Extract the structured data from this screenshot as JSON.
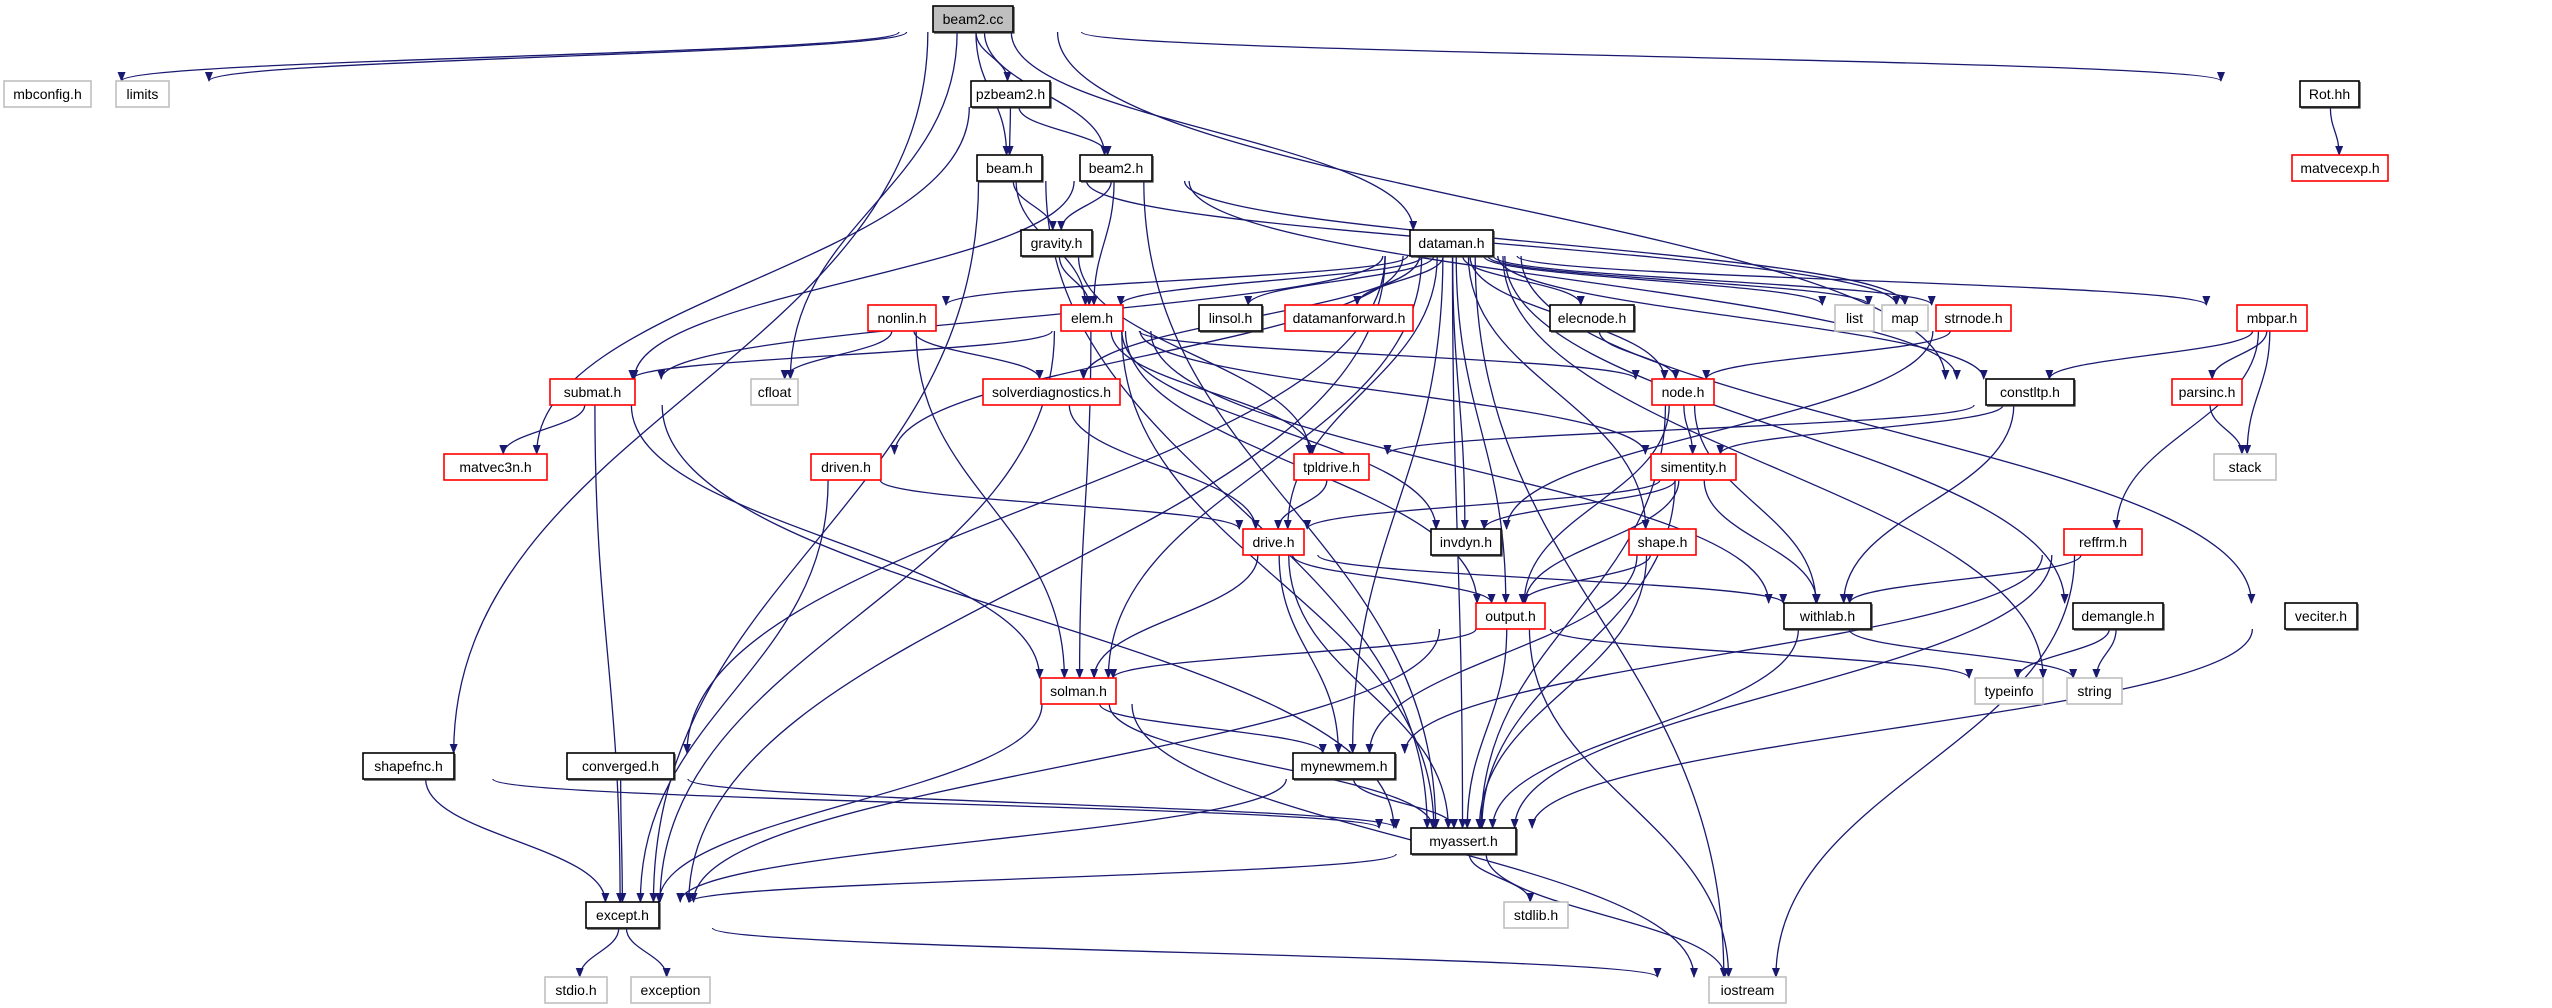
{
  "diagram": {
    "title": "beam2.cc include dependency graph",
    "colors": {
      "edge": "#191970",
      "root_fill": "#bfbfbf",
      "documented_border": "#000000",
      "undocumented_border": "#ff0000",
      "system_border": "#bfbfbf",
      "node_fill": "#ffffff",
      "text": "#000000"
    },
    "nodes": [
      {
        "id": "beam2.cc",
        "label": "beam2.cc",
        "kind": "root"
      },
      {
        "id": "mbconfig.h",
        "label": "mbconfig.h",
        "kind": "system"
      },
      {
        "id": "limits",
        "label": "limits",
        "kind": "system"
      },
      {
        "id": "pzbeam2.h",
        "label": "pzbeam2.h",
        "kind": "documented"
      },
      {
        "id": "Rot.hh",
        "label": "Rot.hh",
        "kind": "documented"
      },
      {
        "id": "beam.h",
        "label": "beam.h",
        "kind": "documented"
      },
      {
        "id": "beam2.h",
        "label": "beam2.h",
        "kind": "documented"
      },
      {
        "id": "matvecexp.h",
        "label": "matvecexp.h",
        "kind": "truncated"
      },
      {
        "id": "gravity.h",
        "label": "gravity.h",
        "kind": "documented"
      },
      {
        "id": "dataman.h",
        "label": "dataman.h",
        "kind": "documented"
      },
      {
        "id": "nonlin.h",
        "label": "nonlin.h",
        "kind": "truncated"
      },
      {
        "id": "elem.h",
        "label": "elem.h",
        "kind": "truncated"
      },
      {
        "id": "linsol.h",
        "label": "linsol.h",
        "kind": "documented"
      },
      {
        "id": "datamanforward.h",
        "label": "datamanforward.h",
        "kind": "truncated"
      },
      {
        "id": "elecnode.h",
        "label": "elecnode.h",
        "kind": "documented"
      },
      {
        "id": "list",
        "label": "list",
        "kind": "system"
      },
      {
        "id": "map",
        "label": "map",
        "kind": "system"
      },
      {
        "id": "strnode.h",
        "label": "strnode.h",
        "kind": "truncated"
      },
      {
        "id": "mbpar.h",
        "label": "mbpar.h",
        "kind": "truncated"
      },
      {
        "id": "submat.h",
        "label": "submat.h",
        "kind": "truncated"
      },
      {
        "id": "cfloat",
        "label": "cfloat",
        "kind": "system"
      },
      {
        "id": "solverdiagnostics.h",
        "label": "solverdiagnostics.h",
        "kind": "truncated"
      },
      {
        "id": "node.h",
        "label": "node.h",
        "kind": "truncated"
      },
      {
        "id": "constltp.h",
        "label": "constltp.h",
        "kind": "documented"
      },
      {
        "id": "parsinc.h",
        "label": "parsinc.h",
        "kind": "truncated"
      },
      {
        "id": "matvec3n.h",
        "label": "matvec3n.h",
        "kind": "truncated"
      },
      {
        "id": "driven.h",
        "label": "driven.h",
        "kind": "truncated"
      },
      {
        "id": "tpldrive.h",
        "label": "tpldrive.h",
        "kind": "truncated"
      },
      {
        "id": "simentity.h",
        "label": "simentity.h",
        "kind": "truncated"
      },
      {
        "id": "stack",
        "label": "stack",
        "kind": "system"
      },
      {
        "id": "drive.h",
        "label": "drive.h",
        "kind": "truncated"
      },
      {
        "id": "invdyn.h",
        "label": "invdyn.h",
        "kind": "documented"
      },
      {
        "id": "shape.h",
        "label": "shape.h",
        "kind": "truncated"
      },
      {
        "id": "reffrm.h",
        "label": "reffrm.h",
        "kind": "truncated"
      },
      {
        "id": "output.h",
        "label": "output.h",
        "kind": "truncated"
      },
      {
        "id": "withlab.h",
        "label": "withlab.h",
        "kind": "documented"
      },
      {
        "id": "demangle.h",
        "label": "demangle.h",
        "kind": "documented"
      },
      {
        "id": "veciter.h",
        "label": "veciter.h",
        "kind": "documented"
      },
      {
        "id": "solman.h",
        "label": "solman.h",
        "kind": "truncated"
      },
      {
        "id": "typeinfo",
        "label": "typeinfo",
        "kind": "system"
      },
      {
        "id": "string",
        "label": "string",
        "kind": "system"
      },
      {
        "id": "shapefnc.h",
        "label": "shapefnc.h",
        "kind": "documented"
      },
      {
        "id": "converged.h",
        "label": "converged.h",
        "kind": "documented"
      },
      {
        "id": "mynewmem.h",
        "label": "mynewmem.h",
        "kind": "documented"
      },
      {
        "id": "myassert.h",
        "label": "myassert.h",
        "kind": "documented"
      },
      {
        "id": "except.h",
        "label": "except.h",
        "kind": "documented"
      },
      {
        "id": "stdlib.h",
        "label": "stdlib.h",
        "kind": "system"
      },
      {
        "id": "stdio.h",
        "label": "stdio.h",
        "kind": "system"
      },
      {
        "id": "exception",
        "label": "exception",
        "kind": "system"
      },
      {
        "id": "iostream",
        "label": "iostream",
        "kind": "system"
      }
    ],
    "edges": [
      [
        "beam2.cc",
        "mbconfig.h"
      ],
      [
        "beam2.cc",
        "limits"
      ],
      [
        "beam2.cc",
        "pzbeam2.h"
      ],
      [
        "beam2.cc",
        "beam.h"
      ],
      [
        "beam2.cc",
        "beam2.h"
      ],
      [
        "beam2.cc",
        "dataman.h"
      ],
      [
        "beam2.cc",
        "cfloat"
      ],
      [
        "beam2.cc",
        "shapefnc.h"
      ],
      [
        "beam2.cc",
        "constltp.h"
      ],
      [
        "beam2.cc",
        "Rot.hh"
      ],
      [
        "pzbeam2.h",
        "beam.h"
      ],
      [
        "pzbeam2.h",
        "beam2.h"
      ],
      [
        "pzbeam2.h",
        "matvec3n.h"
      ],
      [
        "Rot.hh",
        "matvecexp.h"
      ],
      [
        "beam.h",
        "gravity.h"
      ],
      [
        "beam.h",
        "elem.h"
      ],
      [
        "beam.h",
        "except.h"
      ],
      [
        "beam.h",
        "myassert.h"
      ],
      [
        "beam.h",
        "strnode.h"
      ],
      [
        "beam2.h",
        "gravity.h"
      ],
      [
        "beam2.h",
        "elem.h"
      ],
      [
        "beam2.h",
        "strnode.h"
      ],
      [
        "beam2.h",
        "constltp.h"
      ],
      [
        "beam2.h",
        "myassert.h"
      ],
      [
        "beam2.h",
        "submat.h"
      ],
      [
        "gravity.h",
        "elem.h"
      ],
      [
        "gravity.h",
        "tpldrive.h"
      ],
      [
        "dataman.h",
        "nonlin.h"
      ],
      [
        "dataman.h",
        "elem.h"
      ],
      [
        "dataman.h",
        "linsol.h"
      ],
      [
        "dataman.h",
        "datamanforward.h"
      ],
      [
        "dataman.h",
        "elecnode.h"
      ],
      [
        "dataman.h",
        "list"
      ],
      [
        "dataman.h",
        "map"
      ],
      [
        "dataman.h",
        "strnode.h"
      ],
      [
        "dataman.h",
        "mbpar.h"
      ],
      [
        "dataman.h",
        "submat.h"
      ],
      [
        "dataman.h",
        "solverdiagnostics.h"
      ],
      [
        "dataman.h",
        "driven.h"
      ],
      [
        "dataman.h",
        "node.h"
      ],
      [
        "dataman.h",
        "constltp.h"
      ],
      [
        "dataman.h",
        "drive.h"
      ],
      [
        "dataman.h",
        "invdyn.h"
      ],
      [
        "dataman.h",
        "output.h"
      ],
      [
        "dataman.h",
        "shape.h"
      ],
      [
        "dataman.h",
        "solman.h"
      ],
      [
        "dataman.h",
        "converged.h"
      ],
      [
        "dataman.h",
        "mynewmem.h"
      ],
      [
        "dataman.h",
        "myassert.h"
      ],
      [
        "dataman.h",
        "except.h"
      ],
      [
        "dataman.h",
        "demangle.h"
      ],
      [
        "dataman.h",
        "veciter.h"
      ],
      [
        "dataman.h",
        "string"
      ],
      [
        "dataman.h",
        "iostream"
      ],
      [
        "nonlin.h",
        "cfloat"
      ],
      [
        "nonlin.h",
        "solverdiagnostics.h"
      ],
      [
        "nonlin.h",
        "solman.h"
      ],
      [
        "elem.h",
        "submat.h"
      ],
      [
        "elem.h",
        "node.h"
      ],
      [
        "elem.h",
        "tpldrive.h"
      ],
      [
        "elem.h",
        "simentity.h"
      ],
      [
        "elem.h",
        "invdyn.h"
      ],
      [
        "elem.h",
        "output.h"
      ],
      [
        "elem.h",
        "solman.h"
      ],
      [
        "elem.h",
        "myassert.h"
      ],
      [
        "elem.h",
        "withlab.h"
      ],
      [
        "elem.h",
        "except.h"
      ],
      [
        "elecnode.h",
        "node.h"
      ],
      [
        "strnode.h",
        "node.h"
      ],
      [
        "strnode.h",
        "invdyn.h"
      ],
      [
        "mbpar.h",
        "constltp.h"
      ],
      [
        "mbpar.h",
        "parsinc.h"
      ],
      [
        "mbpar.h",
        "stack"
      ],
      [
        "mbpar.h",
        "reffrm.h"
      ],
      [
        "submat.h",
        "matvec3n.h"
      ],
      [
        "submat.h",
        "except.h"
      ],
      [
        "submat.h",
        "solman.h"
      ],
      [
        "submat.h",
        "myassert.h"
      ],
      [
        "solverdiagnostics.h",
        "drive.h"
      ],
      [
        "node.h",
        "simentity.h"
      ],
      [
        "node.h",
        "withlab.h"
      ],
      [
        "node.h",
        "output.h"
      ],
      [
        "node.h",
        "myassert.h"
      ],
      [
        "constltp.h",
        "simentity.h"
      ],
      [
        "constltp.h",
        "tpldrive.h"
      ],
      [
        "constltp.h",
        "withlab.h"
      ],
      [
        "parsinc.h",
        "stack"
      ],
      [
        "driven.h",
        "drive.h"
      ],
      [
        "driven.h",
        "except.h"
      ],
      [
        "tpldrive.h",
        "drive.h"
      ],
      [
        "simentity.h",
        "drive.h"
      ],
      [
        "simentity.h",
        "invdyn.h"
      ],
      [
        "simentity.h",
        "output.h"
      ],
      [
        "simentity.h",
        "withlab.h"
      ],
      [
        "simentity.h",
        "myassert.h"
      ],
      [
        "drive.h",
        "output.h"
      ],
      [
        "drive.h",
        "withlab.h"
      ],
      [
        "drive.h",
        "solman.h"
      ],
      [
        "drive.h",
        "mynewmem.h"
      ],
      [
        "drive.h",
        "myassert.h"
      ],
      [
        "shape.h",
        "output.h"
      ],
      [
        "shape.h",
        "mynewmem.h"
      ],
      [
        "shape.h",
        "myassert.h"
      ],
      [
        "reffrm.h",
        "withlab.h"
      ],
      [
        "reffrm.h",
        "mynewmem.h"
      ],
      [
        "reffrm.h",
        "myassert.h"
      ],
      [
        "reffrm.h",
        "iostream"
      ],
      [
        "output.h",
        "solman.h"
      ],
      [
        "output.h",
        "typeinfo"
      ],
      [
        "output.h",
        "myassert.h"
      ],
      [
        "output.h",
        "except.h"
      ],
      [
        "output.h",
        "iostream"
      ],
      [
        "withlab.h",
        "string"
      ],
      [
        "withlab.h",
        "myassert.h"
      ],
      [
        "demangle.h",
        "typeinfo"
      ],
      [
        "demangle.h",
        "string"
      ],
      [
        "veciter.h",
        "myassert.h"
      ],
      [
        "solman.h",
        "mynewmem.h"
      ],
      [
        "solman.h",
        "myassert.h"
      ],
      [
        "solman.h",
        "except.h"
      ],
      [
        "solman.h",
        "iostream"
      ],
      [
        "shapefnc.h",
        "myassert.h"
      ],
      [
        "shapefnc.h",
        "except.h"
      ],
      [
        "converged.h",
        "myassert.h"
      ],
      [
        "converged.h",
        "except.h"
      ],
      [
        "mynewmem.h",
        "myassert.h"
      ],
      [
        "mynewmem.h",
        "except.h"
      ],
      [
        "myassert.h",
        "except.h"
      ],
      [
        "myassert.h",
        "stdlib.h"
      ],
      [
        "myassert.h",
        "iostream"
      ],
      [
        "except.h",
        "stdio.h"
      ],
      [
        "except.h",
        "exception"
      ],
      [
        "except.h",
        "iostream"
      ]
    ]
  }
}
